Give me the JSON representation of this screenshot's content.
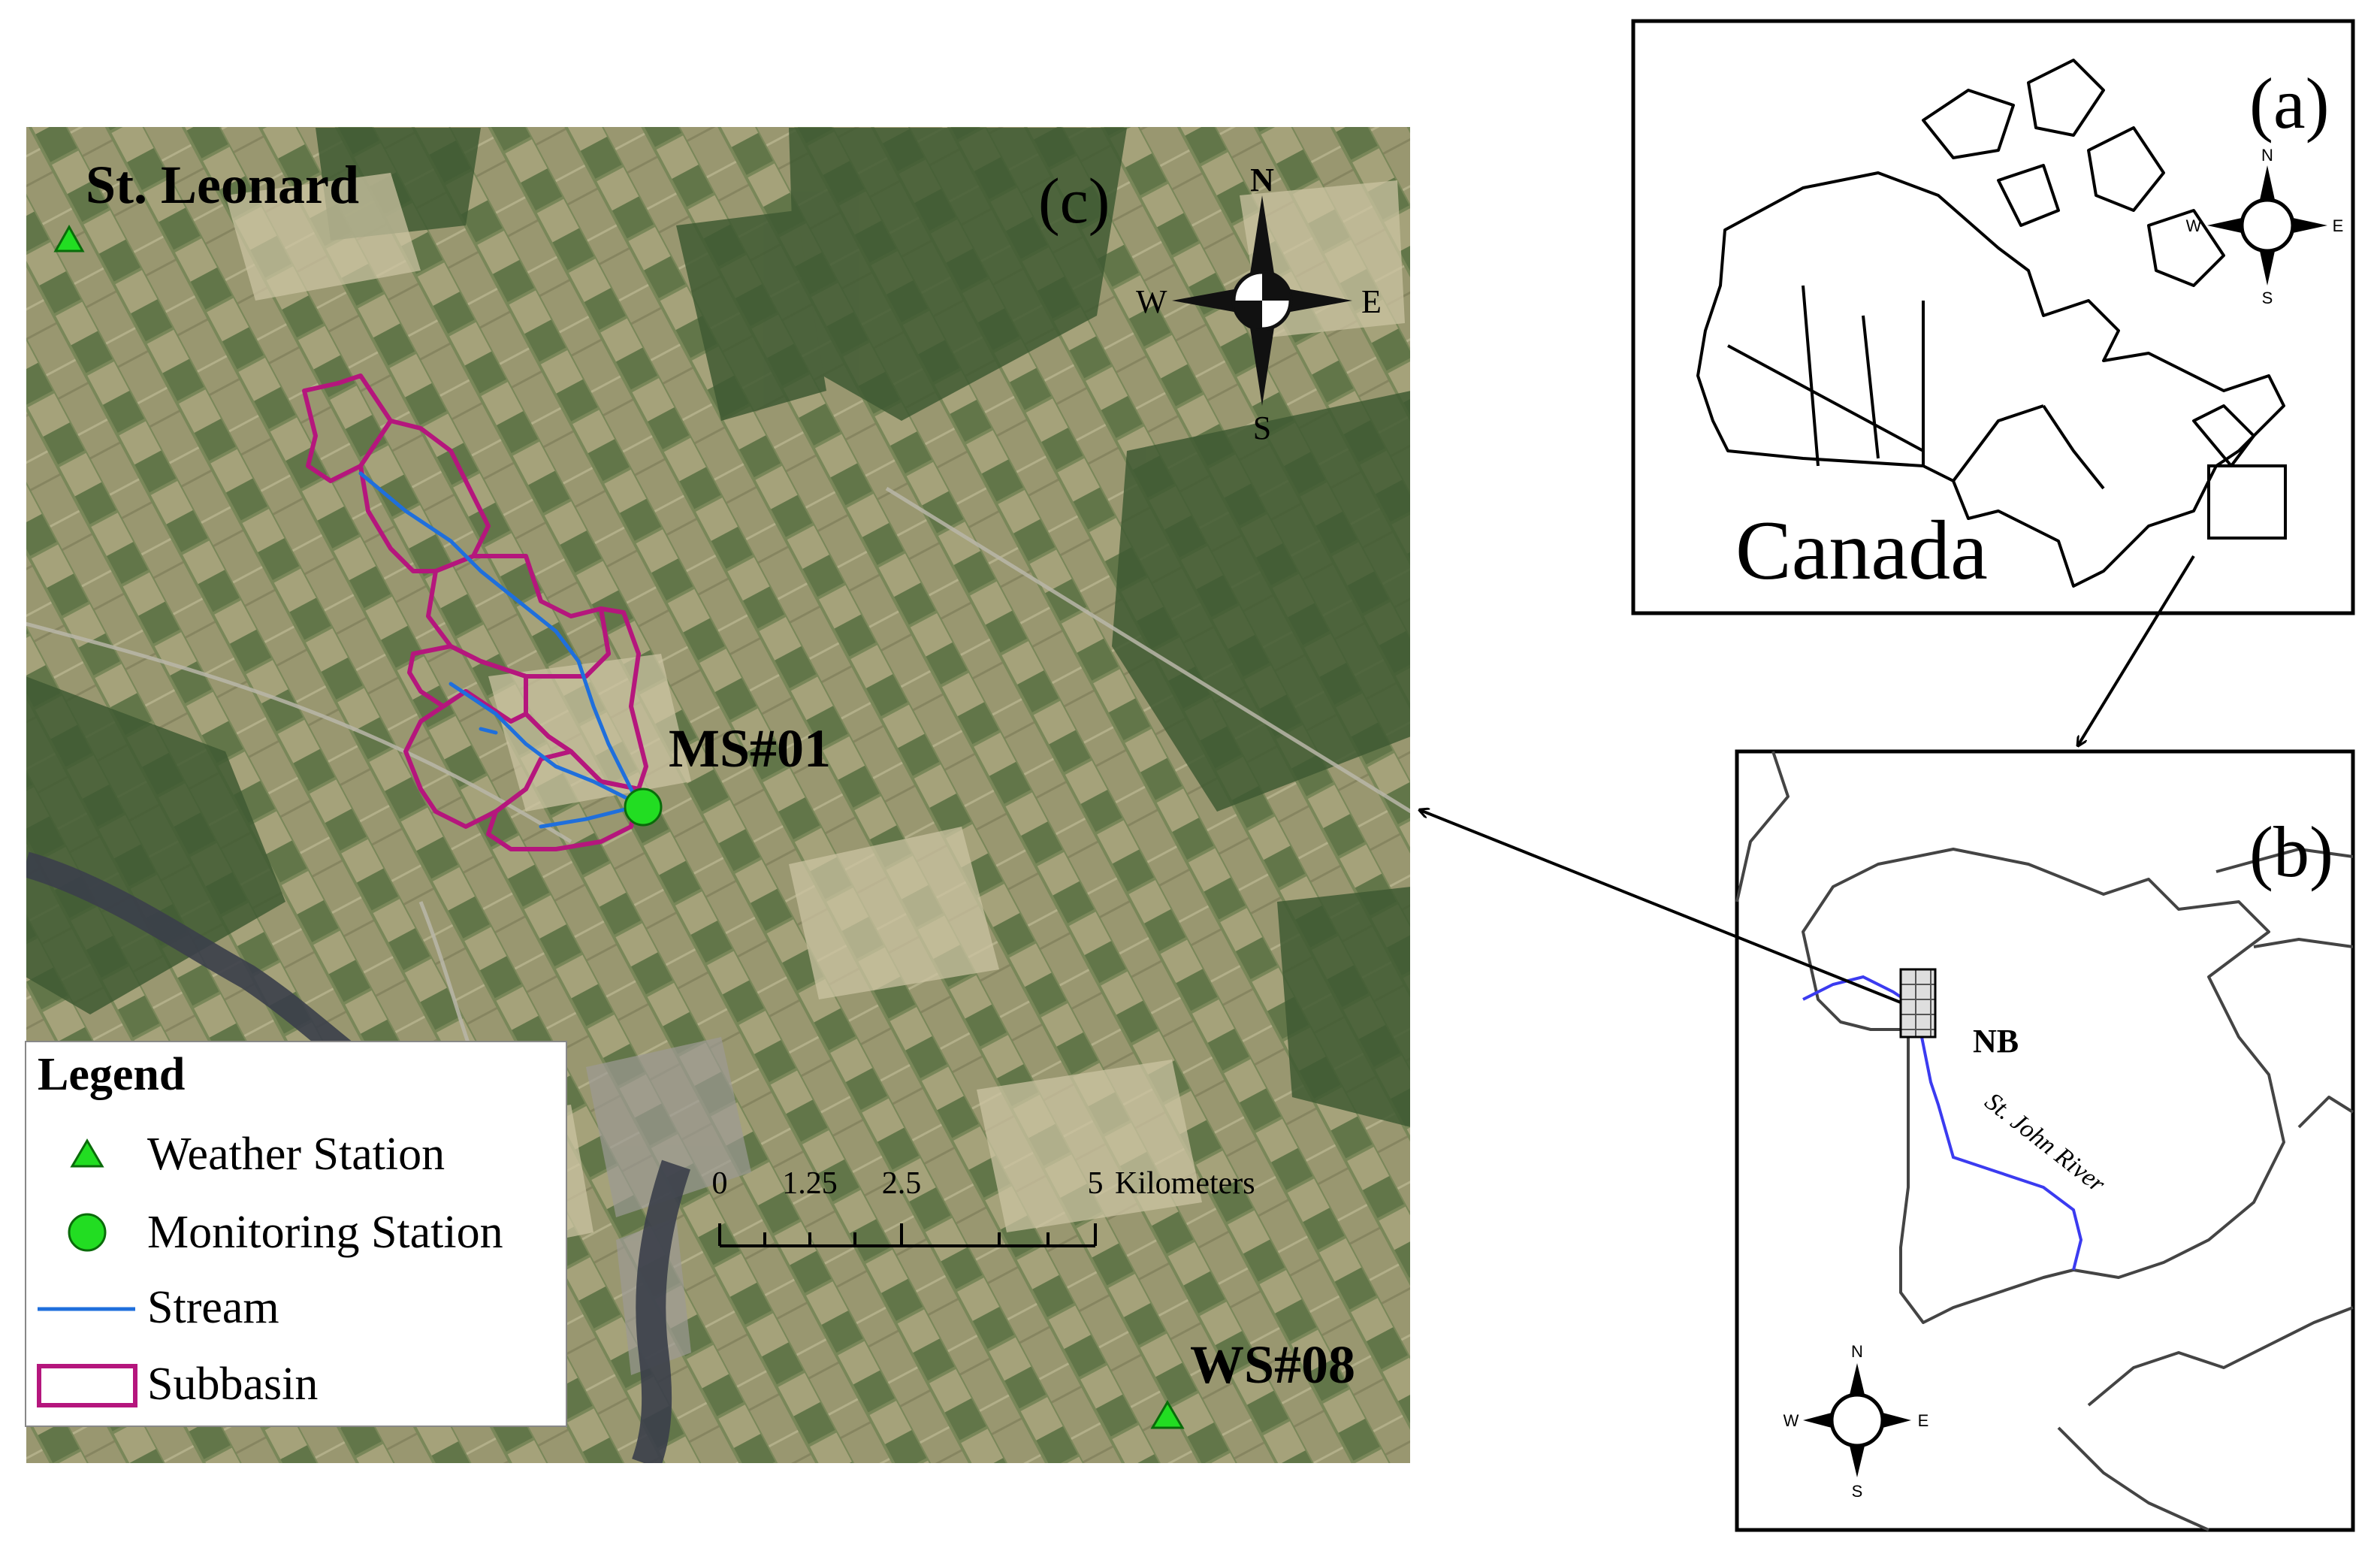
{
  "panel_c": {
    "label": "(c)",
    "places": {
      "st_leonard": "St. Leonard",
      "ms01": "MS#01",
      "ws08": "WS#08"
    },
    "compass": {
      "n": "N",
      "s": "S",
      "e": "E",
      "w": "W"
    },
    "scale_bar": {
      "ticks": [
        "0",
        "1.25",
        "2.5",
        "5"
      ],
      "unit": "Kilometers"
    },
    "legend": {
      "title": "Legend",
      "items": [
        {
          "label": "Weather Station",
          "symbol": "green-triangle"
        },
        {
          "label": "Monitoring Station",
          "symbol": "green-circle"
        },
        {
          "label": "Stream",
          "symbol": "blue-line"
        },
        {
          "label": "Subbasin",
          "symbol": "magenta-outline-box"
        }
      ]
    },
    "colors": {
      "station": "#22dd22",
      "stream": "#1f6fdc",
      "subbasin": "#b5167d",
      "imagery_base": "#76845a"
    }
  },
  "panel_a": {
    "label": "(a)",
    "country": "Canada",
    "compass": {
      "n": "N",
      "s": "S",
      "e": "E",
      "w": "W"
    }
  },
  "panel_b": {
    "label": "(b)",
    "province": "NB",
    "river": "St. John River",
    "compass": {
      "n": "N",
      "s": "S",
      "e": "E",
      "w": "W"
    },
    "colors": {
      "river": "#3b3bf0"
    }
  }
}
